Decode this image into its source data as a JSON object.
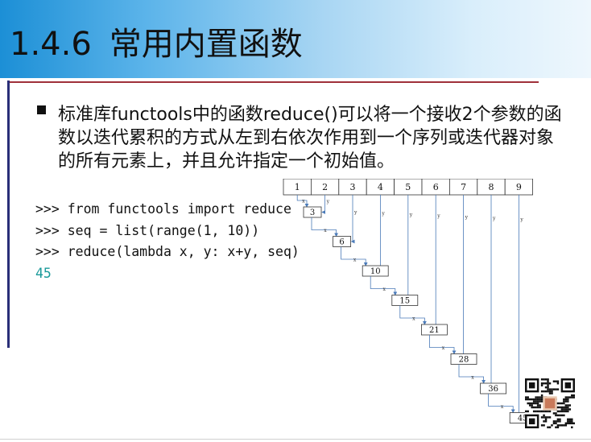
{
  "slide": {
    "section_number": "1.4.6",
    "section_title": "常用内置函数"
  },
  "bullet": {
    "text": "标准库functools中的函数reduce()可以将一个接收2个参数的函数以迭代累积的方式从左到右依次作用到一个序列或迭代器对象的所有元素上，并且允许指定一个初始值。"
  },
  "code": {
    "lines": [
      ">>> from functools import reduce",
      ">>> seq = list(range(1, 10))",
      ">>> reduce(lambda x, y: x+y, seq)"
    ],
    "output": "45"
  },
  "diagram": {
    "sequence": [
      "1",
      "2",
      "3",
      "4",
      "5",
      "6",
      "7",
      "8",
      "9"
    ],
    "results": [
      "3",
      "6",
      "10",
      "15",
      "21",
      "28",
      "36",
      "45"
    ],
    "x_label": "x",
    "y_label": "y"
  },
  "colors": {
    "title_gradient_start": "#1c8fd6",
    "accent_rule": "#a0303a",
    "left_bar": "#2a2f78",
    "output_text": "#1a9a9a",
    "diagram_arrow": "#4a7ab8"
  },
  "icons": {
    "qr": "qr-code-icon"
  }
}
